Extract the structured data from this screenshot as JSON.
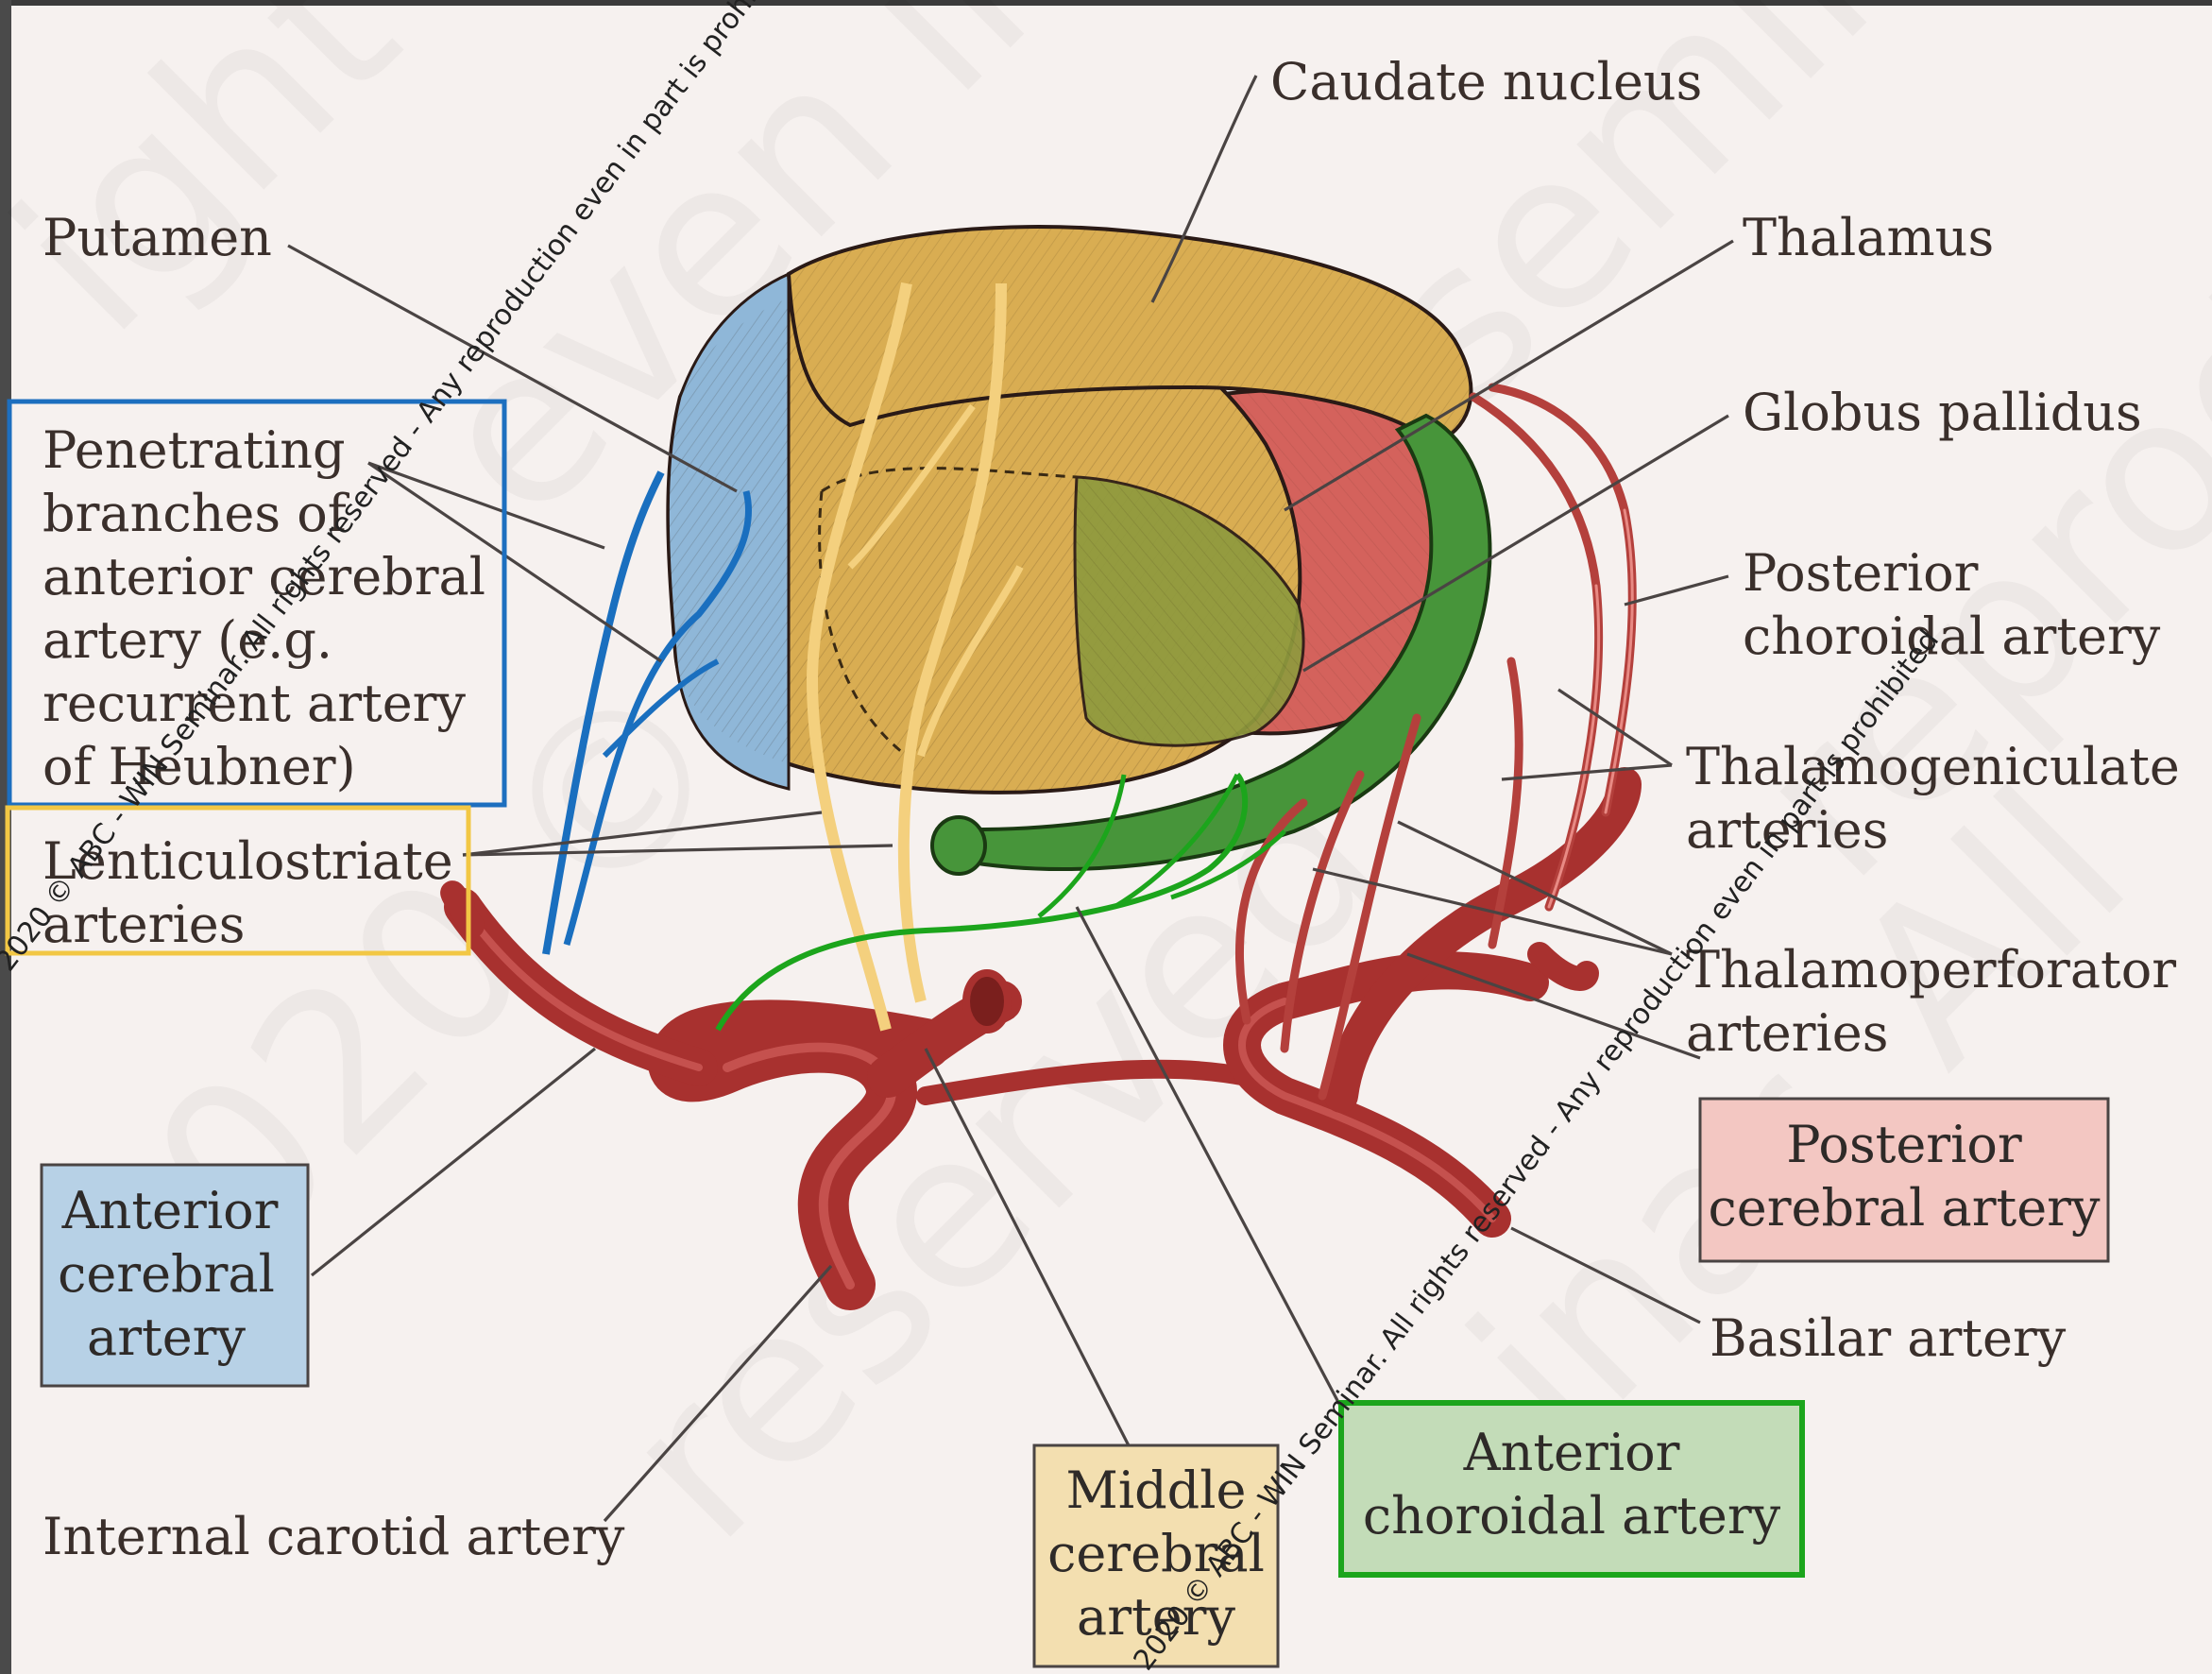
{
  "labels": {
    "caudate_nucleus": "Caudate nucleus",
    "putamen": "Putamen",
    "thalamus": "Thalamus",
    "globus_pallidus": "Globus pallidus",
    "penetrating": [
      "Penetrating",
      "branches of",
      "anterior cerebral",
      "artery (e.g.",
      "recurrent artery",
      "of Heubner)"
    ],
    "lenticulostriate": [
      "Lenticulostriate",
      "arteries"
    ],
    "posterior_choroidal": [
      "Posterior",
      "choroidal artery"
    ],
    "thalamogeniculate": [
      "Thalamogeniculate",
      "arteries"
    ],
    "thalamoperforator": [
      "Thalamoperforator",
      "arteries"
    ],
    "basilar": "Basilar artery",
    "internal_carotid": "Internal carotid artery"
  },
  "boxes": {
    "anterior_cerebral": {
      "lines": [
        "Anterior",
        "cerebral",
        "artery"
      ],
      "fill": "#b7d1e6",
      "border": "#4a4443"
    },
    "middle_cerebral": {
      "lines": [
        "Middle",
        "cerebral",
        "artery"
      ],
      "fill": "#f3dfb0",
      "border": "#4a4443"
    },
    "anterior_choroidal": {
      "lines": [
        "Anterior",
        "choroidal artery"
      ],
      "fill": "#c3dcb8",
      "border": "#1ca51c"
    },
    "posterior_cerebral": {
      "lines": [
        "Posterior",
        "cerebral artery"
      ],
      "fill": "#f3c7c2",
      "border": "#4a4443"
    }
  },
  "highlights": {
    "penetrating_box_color": "#1d6fbf",
    "lenticulostriate_box_color": "#f2c744"
  },
  "colors": {
    "putamen_blue": "#8fb7d8",
    "caudate_yellow": "#d9ad52",
    "thalamus_red": "#d4625c",
    "globus_pallidus_olive": "#8f9a3e",
    "anterior_choroidal_green": "#47953a",
    "artery_red": "#a8312f",
    "ACA_blue_branch": "#1a6fbf",
    "MCA_yellow_branch": "#f4d07e"
  },
  "watermark": {
    "notice": "2020 © ABC - WIN Seminar.  All rights reserved - Any reproduction even in part is prohibited"
  }
}
